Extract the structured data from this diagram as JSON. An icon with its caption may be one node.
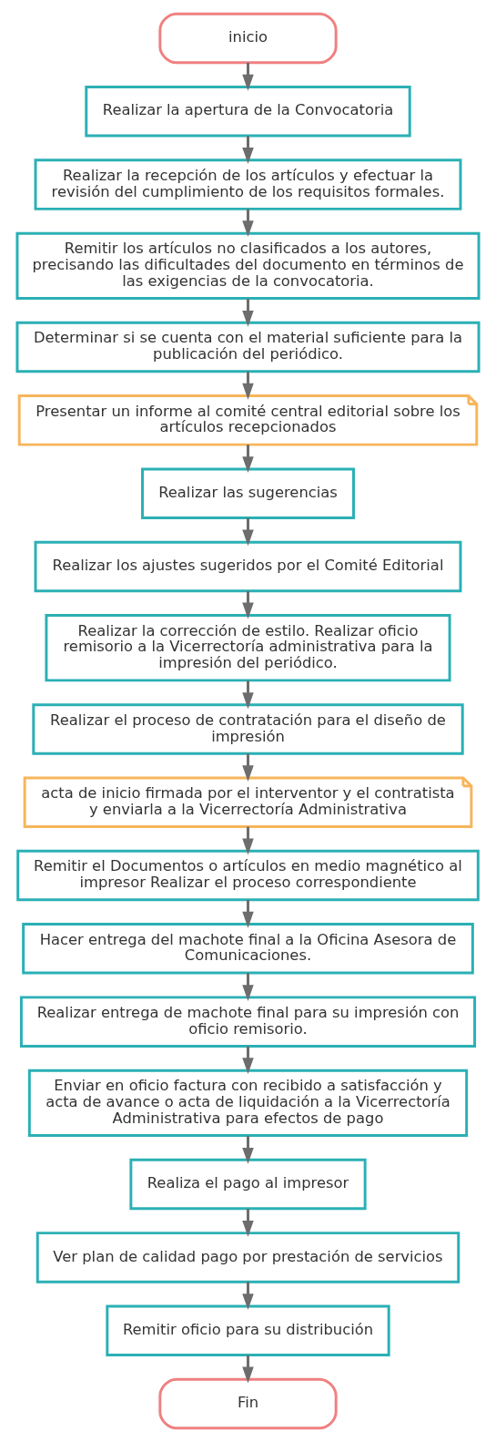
{
  "diagram": {
    "nodes": [
      {
        "text": [
          "inicio"
        ]
      },
      {
        "text": [
          "Realizar la apertura de la Convocatoria"
        ]
      },
      {
        "text": [
          "Realizar la recepción de los artículos y efectuar la revisión del cumplimiento de los requisitos formales."
        ]
      },
      {
        "text": [
          "Remitir los artículos no clasificados a los autores, precisando las dificultades del documento en términos de las exigencias de la convocatoria."
        ]
      },
      {
        "text": [
          "Determinar si se cuenta con el material suficiente para la publicación del periódico."
        ]
      },
      {
        "text": [
          "Presentar un informe al comité central editorial sobre los artículos recepcionados"
        ]
      },
      {
        "text": [
          "Realizar las sugerencias"
        ]
      },
      {
        "text": [
          "Realizar los ajustes sugeridos por el Comité Editorial"
        ]
      },
      {
        "text": [
          "Realizar la corrección de estilo. Realizar oficio remisorio a la Vicerrectoría administrativa para la impresión del periódico."
        ]
      },
      {
        "text": [
          "Realizar el proceso de contratación para el diseño de impresión"
        ]
      },
      {
        "text": [
          "acta de inicio firmada por el interventor y el contratista y enviarla a la Vicerrectoría Administrativa"
        ]
      },
      {
        "text": [
          "Remitir el Documentos o artículos en medio magnético al impresor Realizar el proceso correspondiente"
        ]
      },
      {
        "text": [
          "Hacer entrega del machote final a la Oficina Asesora de Comunicaciones."
        ]
      },
      {
        "text": [
          "Realizar entrega de machote final para su impresión con oficio remisorio."
        ]
      },
      {
        "text": [
          "Enviar en oficio factura con recibido a satisfacción y acta de avance o acta de liquidación a la Vicerrectoría Administrativa para efectos de pago"
        ]
      },
      {
        "text": [
          "Realiza el pago al impresor"
        ]
      },
      {
        "text": [
          "Ver plan de calidad pago por prestación de servicios"
        ]
      },
      {
        "text": [
          "Remitir oficio para su distribución"
        ]
      },
      {
        "text": [
          "Fin"
        ]
      }
    ],
    "edges": [
      {
        "from": 0,
        "to": 1,
        "arrow": "to"
      },
      {
        "from": 1,
        "to": 2,
        "arrow": "to"
      },
      {
        "from": 2,
        "to": 3,
        "arrow": "to"
      },
      {
        "from": 3,
        "to": 4,
        "arrow": "to"
      },
      {
        "from": 4,
        "to": 5,
        "arrow": "to"
      },
      {
        "from": 5,
        "to": 6,
        "arrow": "to"
      },
      {
        "from": 6,
        "to": 7,
        "arrow": "to"
      },
      {
        "from": 7,
        "to": 8,
        "arrow": "to"
      },
      {
        "from": 8,
        "to": 9,
        "arrow": "to"
      },
      {
        "from": 9,
        "to": 10,
        "arrow": "to"
      },
      {
        "from": 10,
        "to": 11,
        "arrow": "to"
      },
      {
        "from": 11,
        "to": 12,
        "arrow": "to"
      },
      {
        "from": 12,
        "to": 13,
        "arrow": "to"
      },
      {
        "from": 13,
        "to": 14,
        "arrow": "to"
      },
      {
        "from": 14,
        "to": 15,
        "arrow": "to"
      },
      {
        "from": 15,
        "to": 16,
        "arrow": "to"
      },
      {
        "from": 16,
        "to": 17,
        "arrow": "to"
      },
      {
        "from": 17,
        "to": 18,
        "arrow": "to"
      }
    ]
  }
}
